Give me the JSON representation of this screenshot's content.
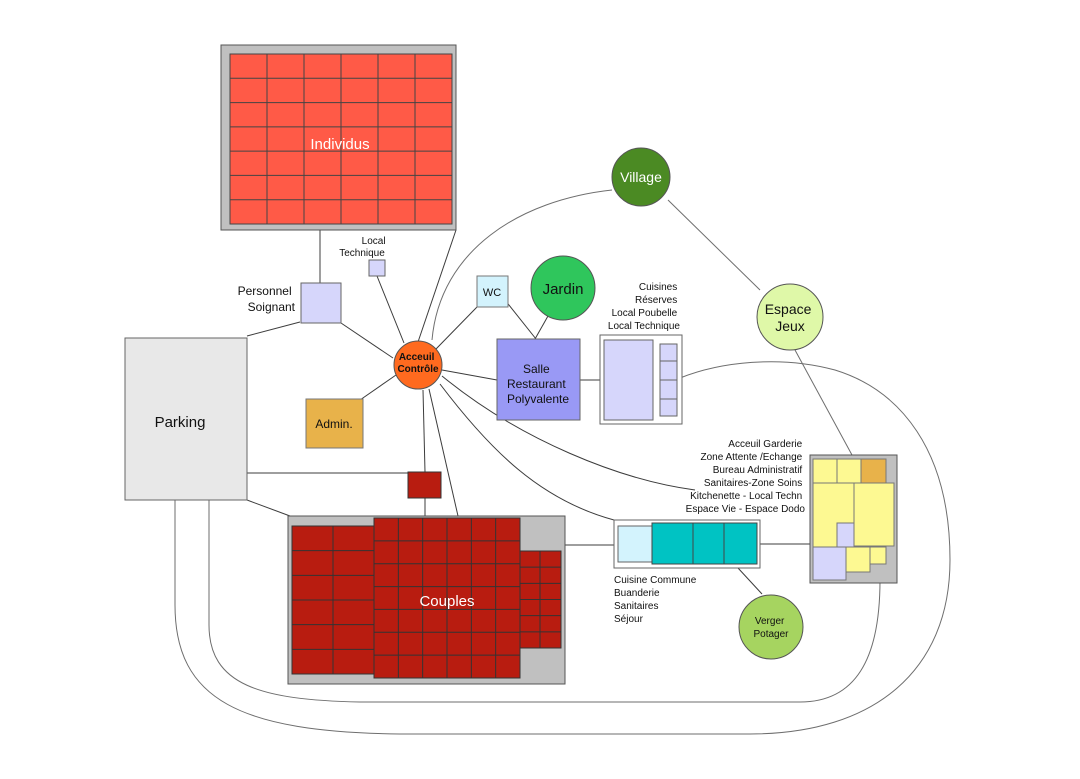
{
  "zones": {
    "individus": "Individus",
    "couples": "Couples",
    "parking": "Parking",
    "admin": "Admin.",
    "wc": "WC",
    "jardin": "Jardin",
    "village": "Village",
    "espace_jeux": [
      "Espace",
      "Jeux"
    ],
    "verger_potager": [
      "Verger",
      "Potager"
    ],
    "acceuil_controle": [
      "Acceuil",
      "Contrôle"
    ],
    "salle": [
      "Salle",
      "Restaurant",
      "Polyvalente"
    ],
    "personnel_soignant": [
      "Personnel",
      "Soignant"
    ],
    "local_technique": [
      "Local",
      "Technique"
    ]
  },
  "annotations": {
    "cuisines": [
      "Cuisines",
      "Réserves",
      "Local Poubelle",
      "Local Technique"
    ],
    "garderie": [
      "Acceuil Garderie",
      "Zone Attente /Echange",
      "Bureau Administratif",
      "Sanitaires-Zone Soins",
      "Kitchenette - Local Techn",
      "Espace Vie - Espace Dodo"
    ],
    "cuisine_commune": [
      "Cuisine Commune",
      "Buanderie",
      "Sanitaires",
      "Séjour"
    ]
  },
  "colors": {
    "individus_red": "#ff5a47",
    "couples_red": "#b81c10",
    "acceuil_orange": "#ff6a1f",
    "admin_gold": "#e8b24a",
    "village_green": "#4b8a23",
    "jardin_green": "#2fc65c",
    "espace_jeux_green": "#dff8a8",
    "verger_green": "#a6d460",
    "salle_purple": "#9999f5",
    "lavender": "#d6d6fb",
    "wc_blue": "#d3f3fd",
    "teal": "#00c3c3",
    "garderie_yellow": "#fdf992",
    "grey_frame": "#c0c0c0",
    "parking_grey": "#e8e8e8"
  }
}
